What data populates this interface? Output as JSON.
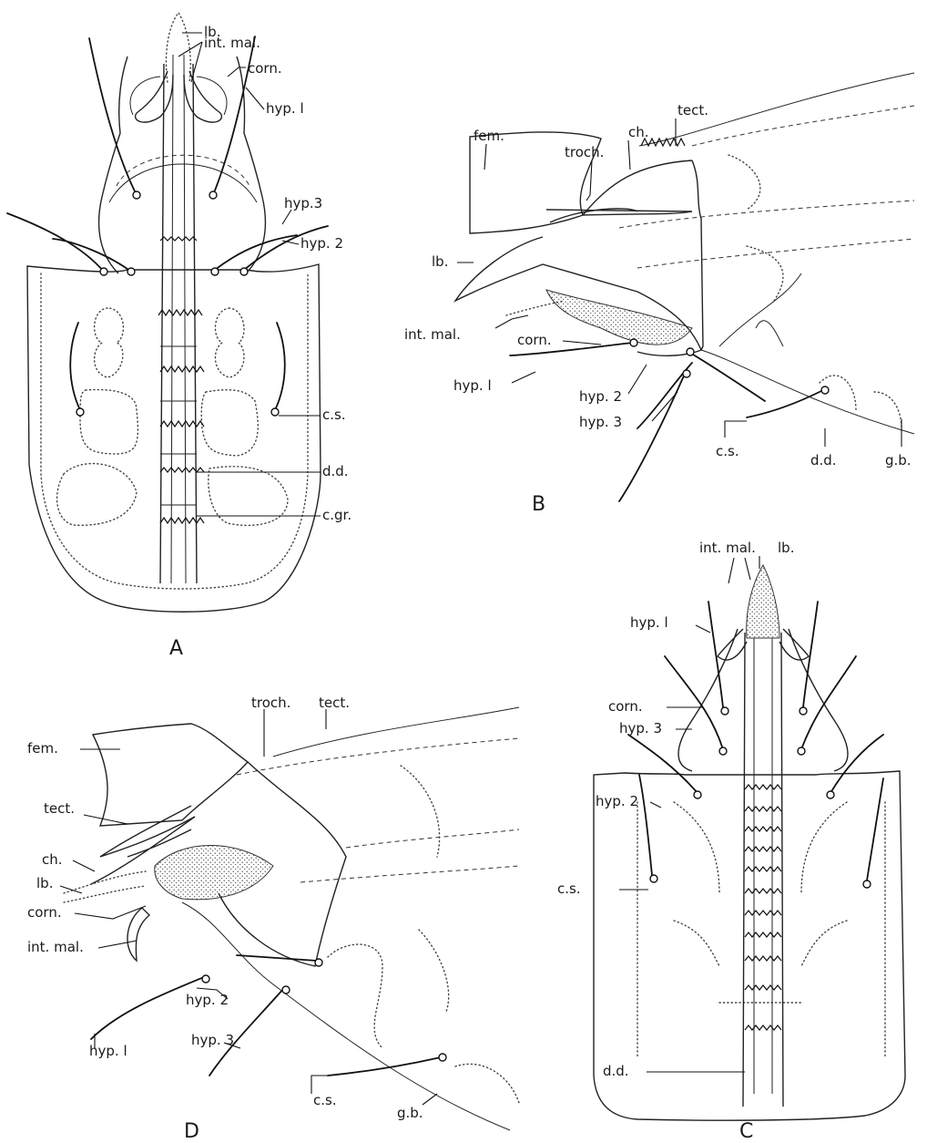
{
  "panels": {
    "A": {
      "label": "A",
      "labels": {
        "lb": "lb.",
        "int_mal": "int. mal.",
        "corn": "corn.",
        "hyp1": "hyp. l",
        "hyp3": "hyp.3",
        "hyp2": "hyp. 2",
        "cs": "c.s.",
        "dd": "d.d.",
        "cgr": "c.gr."
      }
    },
    "B": {
      "label": "B",
      "labels": {
        "tect": "tect.",
        "ch": "ch.",
        "fem": "fem.",
        "troch": "troch.",
        "lb": "lb.",
        "int_mal": "int. mal.",
        "corn": "corn.",
        "hyp1": "hyp. l",
        "hyp2": "hyp. 2",
        "hyp3": "hyp. 3",
        "cs": "c.s.",
        "dd": "d.d.",
        "gb": "g.b."
      }
    },
    "C": {
      "label": "C",
      "labels": {
        "int_mal": "int. mal.",
        "lb": "lb.",
        "hyp1": "hyp. l",
        "corn": "corn.",
        "hyp3": "hyp. 3",
        "hyp2": "hyp. 2",
        "cs": "c.s.",
        "dd": "d.d."
      }
    },
    "D": {
      "label": "D",
      "labels": {
        "troch": "troch.",
        "tect_top": "tect.",
        "fem": "fem.",
        "tect": "tect.",
        "ch": "ch.",
        "lb": "lb.",
        "corn": "corn.",
        "int_mal": "int. mal.",
        "hyp2": "hyp. 2",
        "hyp1": "hyp. l",
        "hyp3": "hyp. 3",
        "cs": "c.s.",
        "gb": "g.b."
      }
    }
  }
}
